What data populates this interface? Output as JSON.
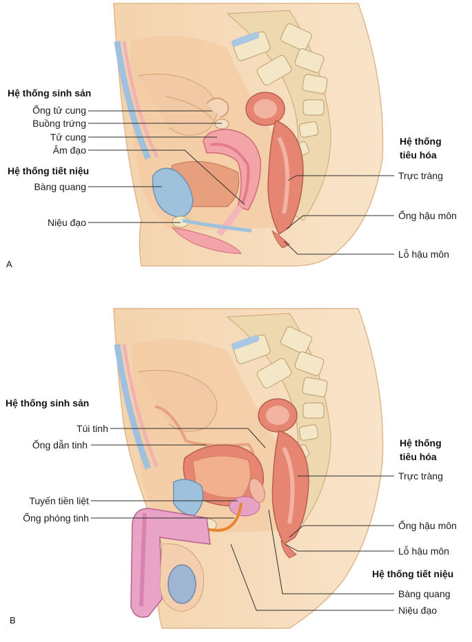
{
  "panels": {
    "a": {
      "letter": "A",
      "groups": {
        "reproductive": "Hệ thống sinh sản",
        "digestive_line1": "Hệ thống",
        "digestive_line2": "tiêu hóa",
        "urinary": "Hệ thống tiết niệu"
      },
      "labels": {
        "fallopian_tube": "Ống tử cung",
        "ovary": "Buồng trứng",
        "uterus": "Tử cung",
        "vagina": "Âm đạo",
        "bladder": "Bàng quang",
        "urethra": "Niệu đạo",
        "rectum": "Trực tràng",
        "anal_canal": "Ống hậu môn",
        "anus": "Lỗ hậu môn"
      }
    },
    "b": {
      "letter": "B",
      "groups": {
        "reproductive": "Hệ thống sinh sản",
        "digestive_line1": "Hệ thống",
        "digestive_line2": "tiêu hóa",
        "urinary": "Hệ thống tiết niệu"
      },
      "labels": {
        "seminal_vesicle": "Túi tinh",
        "vas_deferens": "Ống dẫn tinh",
        "prostate": "Tuyến tiền liệt",
        "ejaculatory_duct": "Ống phóng tinh",
        "rectum": "Trực tràng",
        "anal_canal": "Ống hậu môn",
        "anus": "Lỗ hậu môn",
        "bladder": "Bàng quang",
        "urethra": "Niệu đạo"
      }
    }
  },
  "colors": {
    "skin": "#f6dcbc",
    "skin_dark": "#e9c39b",
    "bone": "#f3e7c8",
    "bone_marrow": "#cdb98f",
    "disc": "#a9c6e2",
    "bladder": "#9ec1dc",
    "uterus": "#f2a4a8",
    "rectum": "#e58572",
    "muscle": "#e7b08a",
    "penis": "#e9a3c6",
    "testis": "#9fb6d2",
    "line": "#2b2b2b"
  }
}
